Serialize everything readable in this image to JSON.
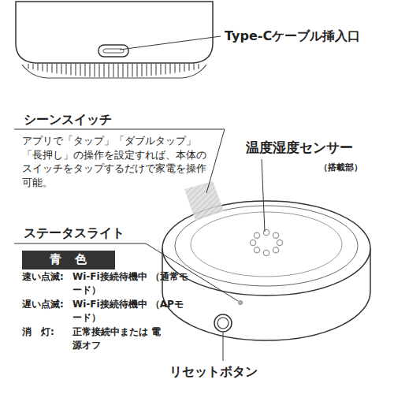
{
  "diagram": {
    "nodes": [
      {
        "text": [
          "青　色"
        ]
      }
    ],
    "labels": [
      "Type-Cケーブル挿入口",
      "シーンスイッチ",
      "アプリで「タップ」「ダブルタップ」「長押し」の操作を設定すれば、本体のスイッチをタップするだけで家電を操作可能。",
      "温度湿度センサー",
      "（搭載部）",
      "ステータスライト",
      "速い点滅:",
      "Wi-Fi接続待機中 （通常モード）",
      "遅い点滅:",
      "Wi-Fi接続待機中 （APモード）",
      "消　灯:",
      "正常接続中または 電源オフ",
      "リセットボタン"
    ]
  }
}
